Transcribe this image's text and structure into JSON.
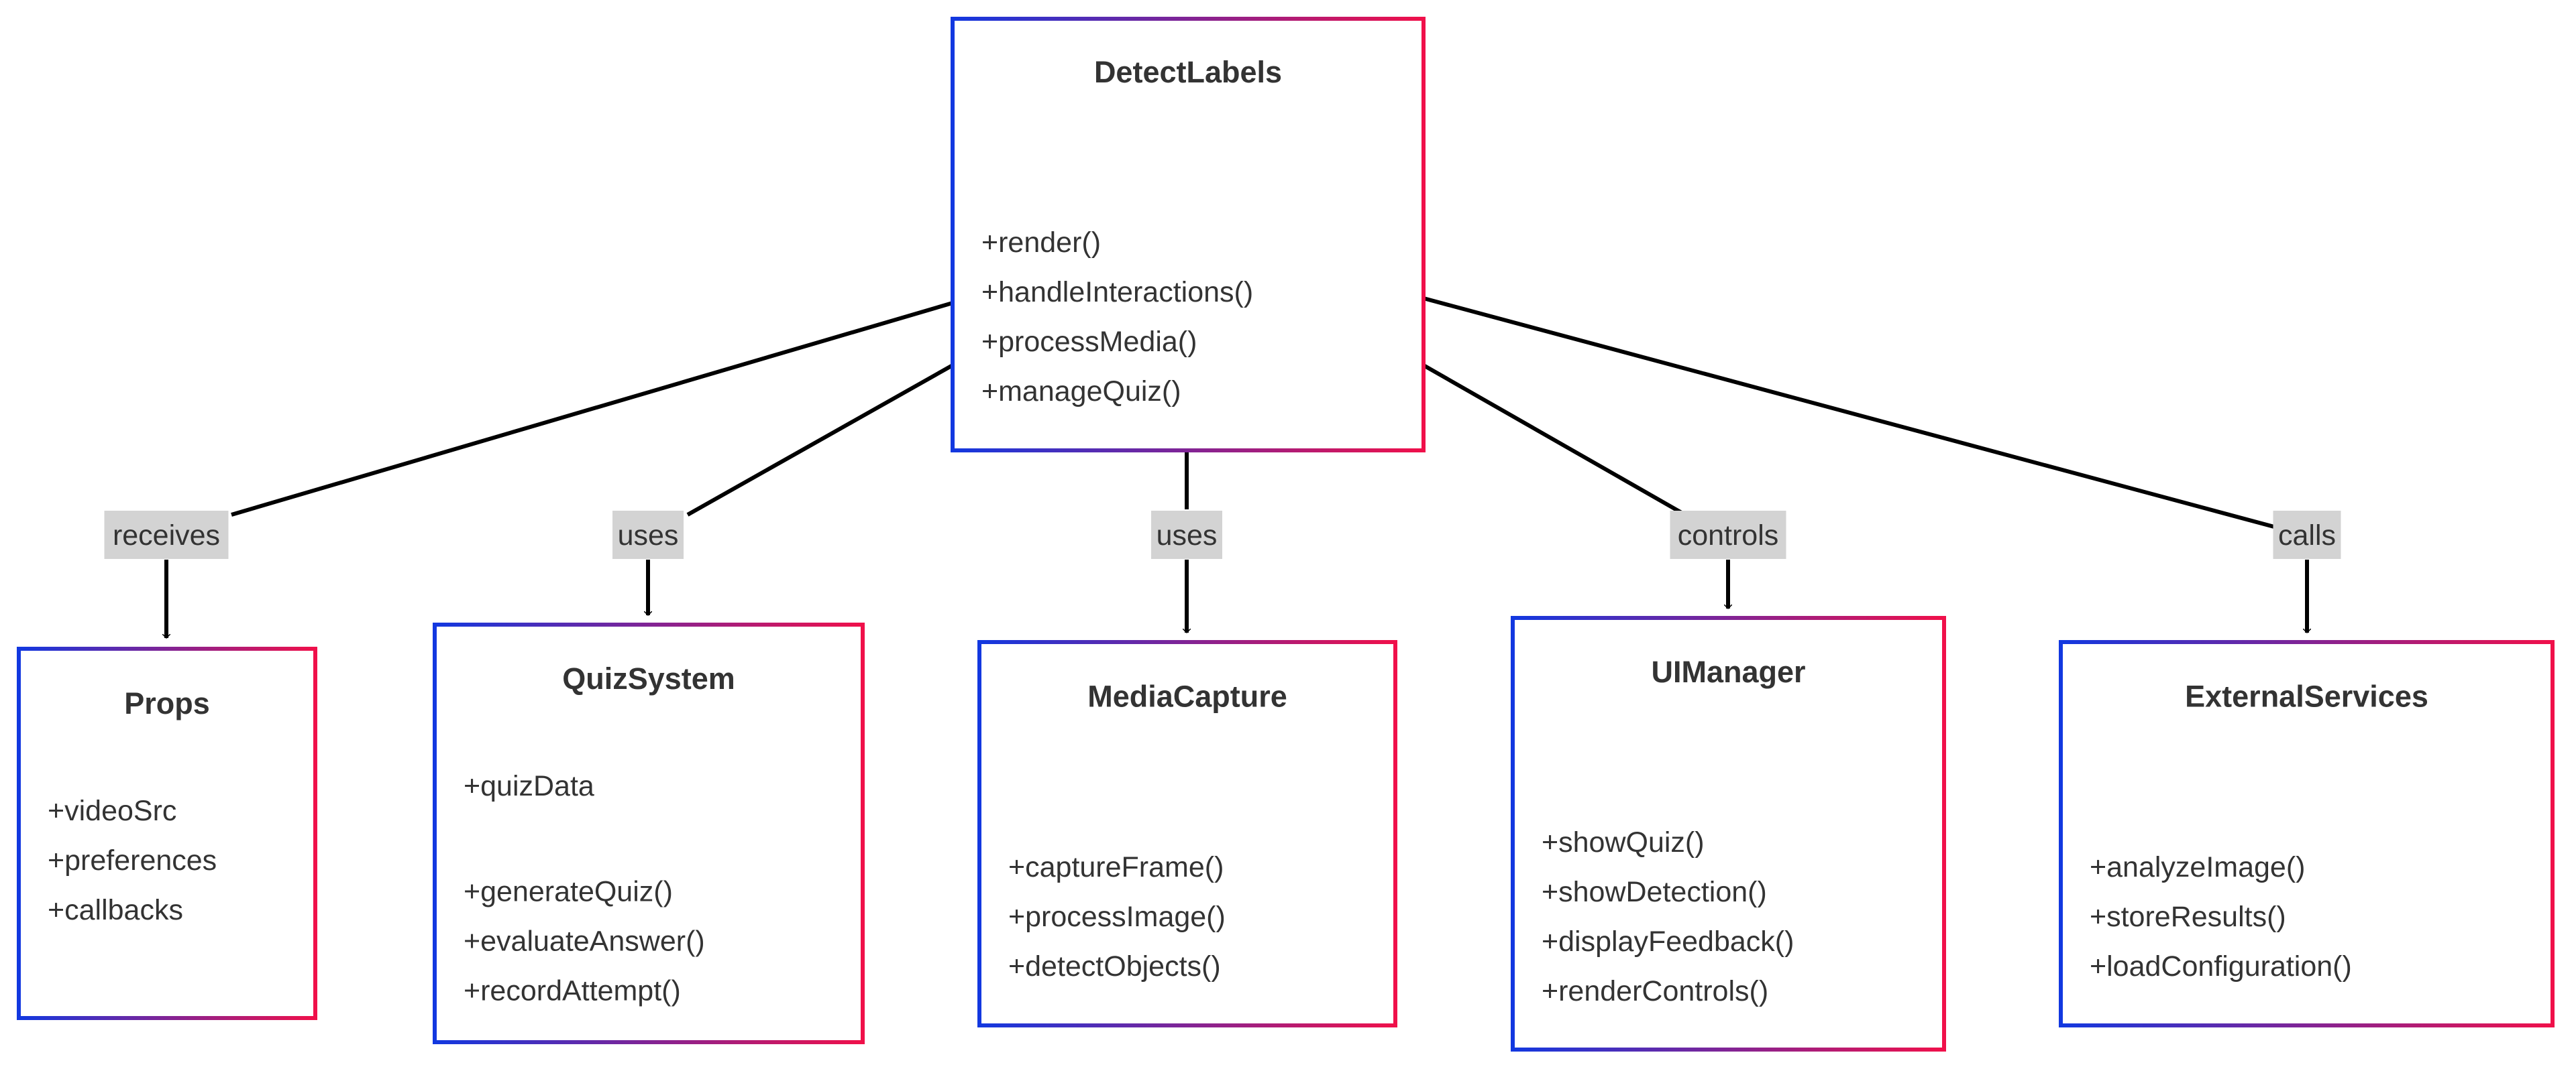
{
  "colors": {
    "border_start": "#1238e0",
    "border_end": "#f0104a",
    "label_bg": "#d3d3d3",
    "edge": "#000000",
    "text": "#333333"
  },
  "classes": [
    {
      "id": "detectlabels",
      "name": "DetectLabels",
      "attributes": [],
      "methods": [
        "+render()",
        "+handleInteractions()",
        "+processMedia()",
        "+manageQuiz()"
      ]
    },
    {
      "id": "props",
      "name": "Props",
      "attributes": [
        "+videoSrc",
        "+preferences",
        "+callbacks"
      ],
      "methods": []
    },
    {
      "id": "quizsystem",
      "name": "QuizSystem",
      "attributes": [
        "+quizData"
      ],
      "methods": [
        "+generateQuiz()",
        "+evaluateAnswer()",
        "+recordAttempt()"
      ]
    },
    {
      "id": "mediacapture",
      "name": "MediaCapture",
      "attributes": [],
      "methods": [
        "+captureFrame()",
        "+processImage()",
        "+detectObjects()"
      ]
    },
    {
      "id": "uimanager",
      "name": "UIManager",
      "attributes": [],
      "methods": [
        "+showQuiz()",
        "+showDetection()",
        "+displayFeedback()",
        "+renderControls()"
      ]
    },
    {
      "id": "externalservices",
      "name": "ExternalServices",
      "attributes": [],
      "methods": [
        "+analyzeImage()",
        "+storeResults()",
        "+loadConfiguration()"
      ]
    }
  ],
  "relations": [
    {
      "from": "detectlabels",
      "to": "props",
      "label": "receives"
    },
    {
      "from": "detectlabels",
      "to": "quizsystem",
      "label": "uses"
    },
    {
      "from": "detectlabels",
      "to": "mediacapture",
      "label": "uses"
    },
    {
      "from": "detectlabels",
      "to": "uimanager",
      "label": "controls"
    },
    {
      "from": "detectlabels",
      "to": "externalservices",
      "label": "calls"
    }
  ]
}
